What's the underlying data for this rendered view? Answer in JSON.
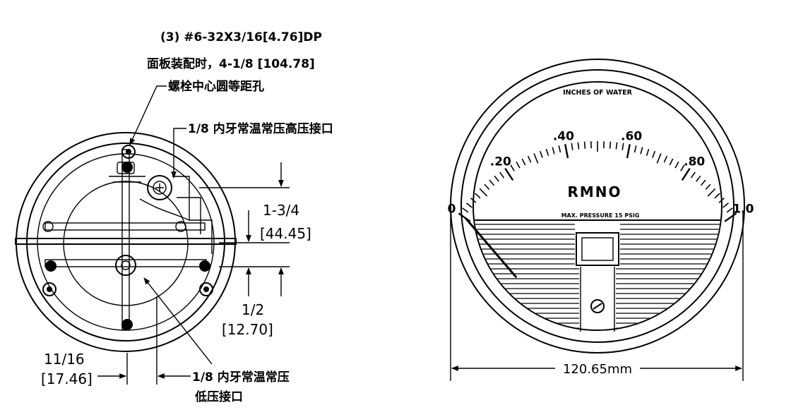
{
  "back_view": {
    "mount_screw_spec": "(3) #6-32X3/16[4.76]DP",
    "mount_note_line1": "面板装配时，4-1/8 [104.78]",
    "mount_note_line2": "螺栓中心圆等距孔",
    "high_port_label": "1/8 内牙常温常压高压接口",
    "low_port_label_line1": "1/8 内牙常温常压",
    "low_port_label_line2": "低压接口",
    "dim_vertical_1_frac": "1-3/4",
    "dim_vertical_1_mm": "[44.45]",
    "dim_vertical_2_frac": "1/2",
    "dim_vertical_2_mm": "[12.70]",
    "dim_horizontal_frac": "11/16",
    "dim_horizontal_mm": "[17.46]"
  },
  "front_view": {
    "scale_units": "INCHES OF WATER",
    "tick_labels": [
      "0",
      ".20",
      ".40",
      ".60",
      ".80",
      "1.0"
    ],
    "brand": "RMNO",
    "max_pressure": "MAX. PRESSURE 15 PSIG",
    "overall_diameter": "120.65mm",
    "scale_range": [
      0,
      1.0
    ],
    "pointer_value": 0,
    "brand_color": "#1a5fb4"
  }
}
